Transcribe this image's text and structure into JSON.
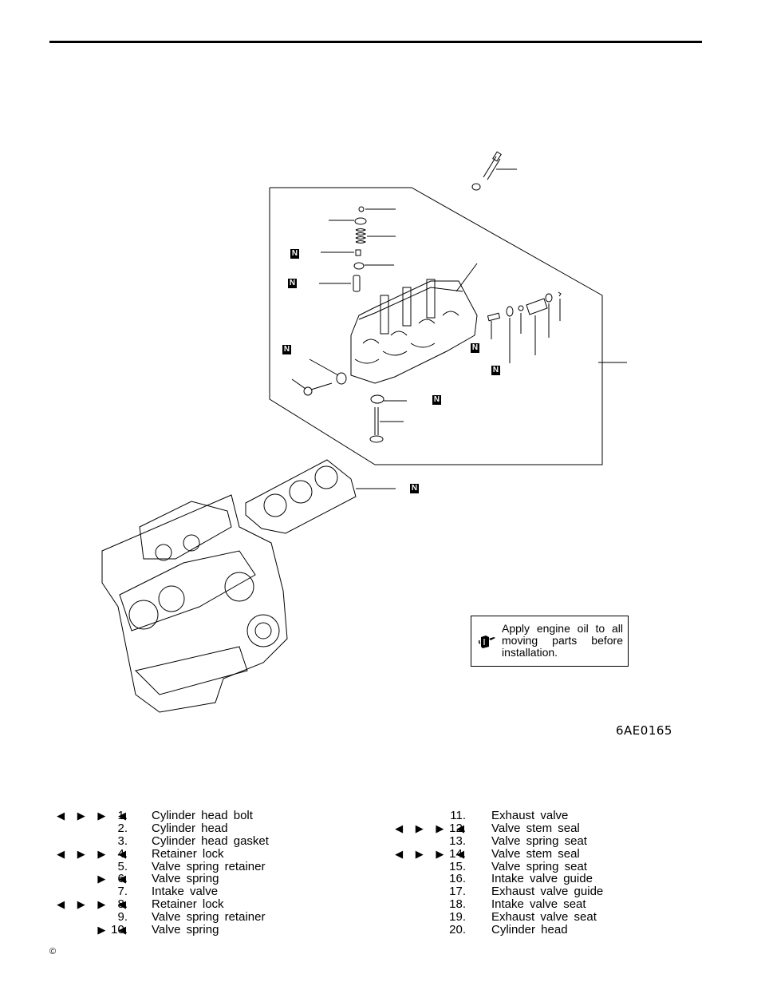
{
  "note": {
    "text": "Apply engine oil to all moving parts before installation.",
    "icon": "oil-can-icon"
  },
  "figure_code": "6AE0165",
  "badge_label": "N",
  "parts_left": [
    {
      "num": "1.",
      "label": "Cylinder head bolt",
      "marks": "◀ ▶ ▶ ◀"
    },
    {
      "num": "2.",
      "label": "Cylinder head",
      "marks": ""
    },
    {
      "num": "3.",
      "label": "Cylinder head gasket",
      "marks": ""
    },
    {
      "num": "4.",
      "label": "Retainer lock",
      "marks": "◀ ▶ ▶ ◀"
    },
    {
      "num": "5.",
      "label": "Valve spring retainer",
      "marks": ""
    },
    {
      "num": "6.",
      "label": "Valve spring",
      "marks": "▶ ◀"
    },
    {
      "num": "7.",
      "label": "Intake valve",
      "marks": ""
    },
    {
      "num": "8.",
      "label": "Retainer lock",
      "marks": "◀ ▶ ▶ ◀"
    },
    {
      "num": "9.",
      "label": "Valve spring retainer",
      "marks": ""
    },
    {
      "num": "10.",
      "label": "Valve spring",
      "marks": "▶ ◀"
    }
  ],
  "parts_right": [
    {
      "num": "11.",
      "label": "Exhaust valve",
      "marks": ""
    },
    {
      "num": "12.",
      "label": "Valve stem seal",
      "marks": "◀ ▶ ▶ ◀"
    },
    {
      "num": "13.",
      "label": "Valve spring seat",
      "marks": ""
    },
    {
      "num": "14.",
      "label": "Valve stem seal",
      "marks": "◀ ▶ ▶ ◀"
    },
    {
      "num": "15.",
      "label": "Valve spring seat",
      "marks": ""
    },
    {
      "num": "16.",
      "label": "Intake valve guide",
      "marks": ""
    },
    {
      "num": "17.",
      "label": "Exhaust valve guide",
      "marks": ""
    },
    {
      "num": "18.",
      "label": "Intake valve seat",
      "marks": ""
    },
    {
      "num": "19.",
      "label": "Exhaust valve seat",
      "marks": ""
    },
    {
      "num": "20.",
      "label": "Cylinder head",
      "marks": ""
    }
  ],
  "copyright": "©"
}
